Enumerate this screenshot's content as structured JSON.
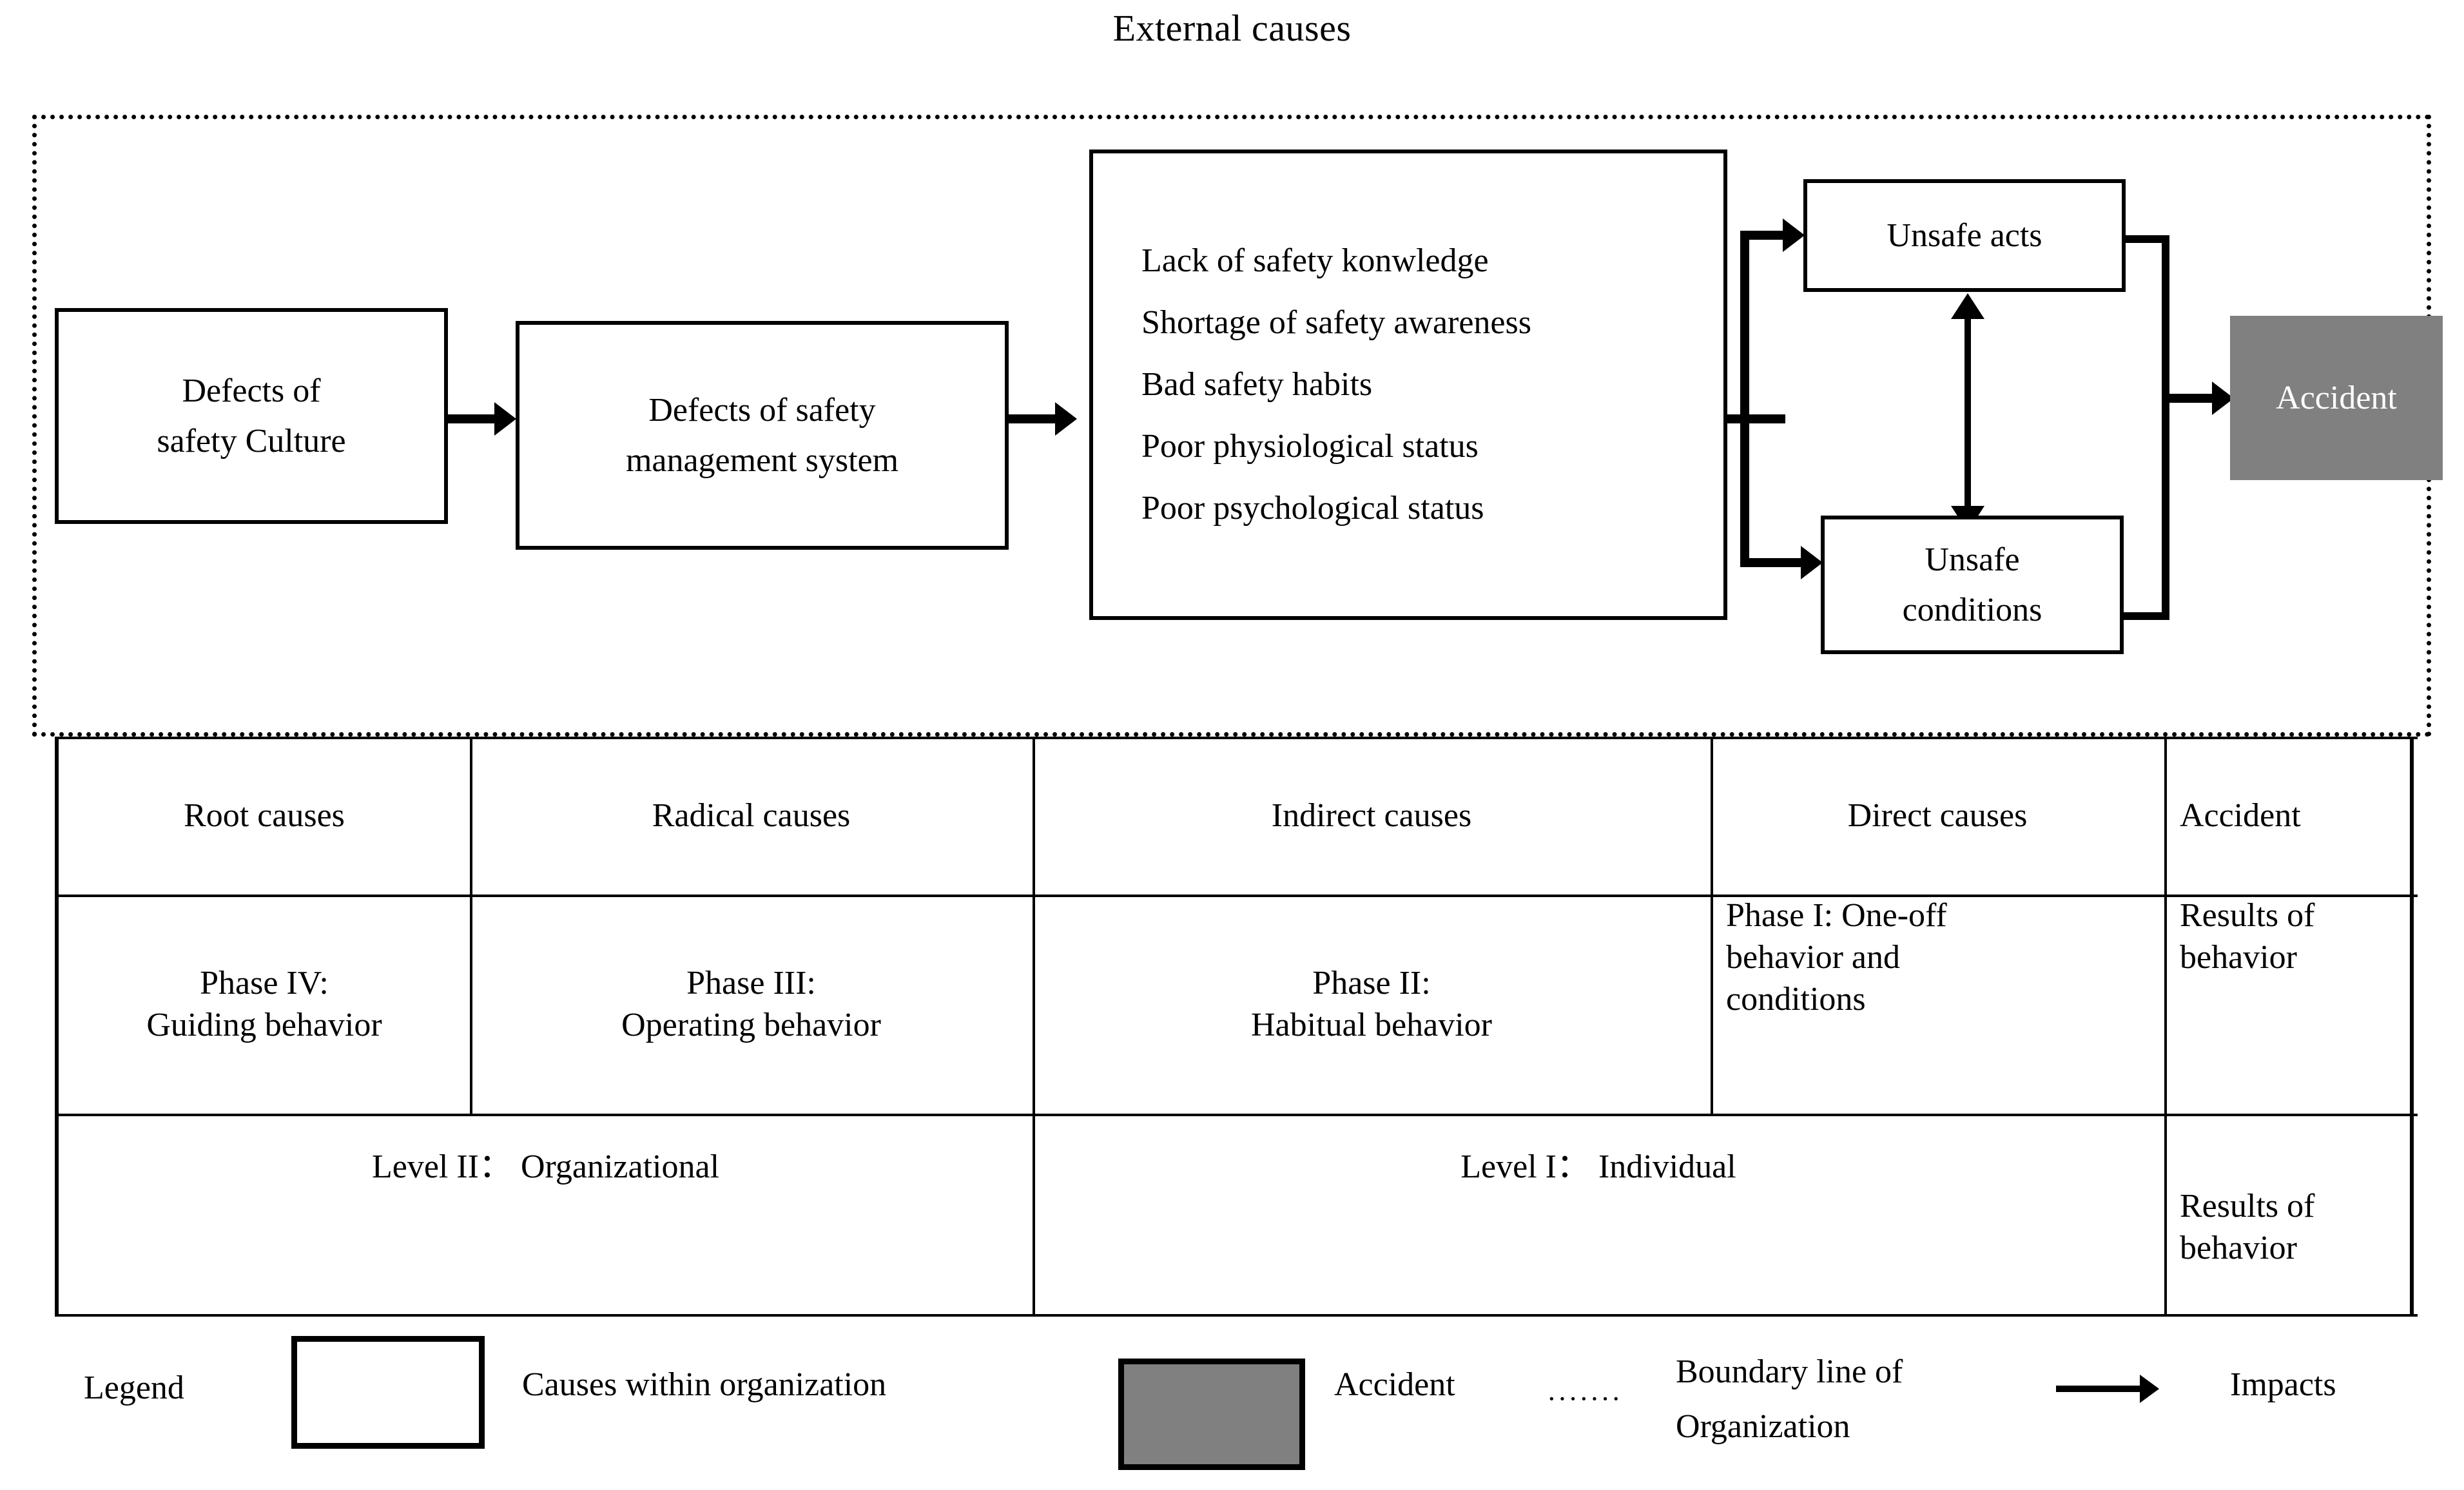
{
  "title": "External causes",
  "flow": {
    "root_box": "Defects of\nsafety Culture",
    "root_box_line1": "Defects of",
    "root_box_line2": "safety Culture",
    "radical_box_line1": "Defects of safety",
    "radical_box_line2": "management system",
    "indirect_items": [
      "Lack of safety konwledge",
      "Shortage of safety awareness",
      "Bad safety habits",
      "Poor physiological status",
      "Poor psychological status"
    ],
    "unsafe_acts": "Unsafe acts",
    "unsafe_conditions_line1": "Unsafe",
    "unsafe_conditions_line2": "conditions",
    "accident": "Accident"
  },
  "table": {
    "row_causes": [
      "Root causes",
      "Radical causes",
      "Indirect causes",
      "Direct causes",
      "Accident"
    ],
    "row_phase": [
      "Phase IV:\nGuiding behavior",
      "Phase III:\nOperating behavior",
      "Phase II:\nHabitual behavior",
      "Phase I: One-off behavior and conditions",
      "Results of\nbehavior"
    ],
    "row_phase_lines": [
      [
        "Phase IV:",
        "Guiding behavior"
      ],
      [
        "Phase III:",
        "Operating behavior"
      ],
      [
        "Phase II:",
        "Habitual behavior"
      ],
      [
        "Phase I: One-off",
        "behavior and",
        "conditions"
      ],
      [
        "Results of",
        "behavior"
      ]
    ],
    "row_level": [
      "Level II： Organizational",
      "Level I： Individual",
      "Results of\nbehavior"
    ],
    "row_level_lines": [
      [
        "Level II： Organizational"
      ],
      [
        "Level I： Individual"
      ],
      [
        "Results of",
        "behavior"
      ]
    ]
  },
  "legend": {
    "label": "Legend",
    "white_box_text": "Causes within organization",
    "gray_box_text": "Accident",
    "dotted_symbol": "·······",
    "dotted_text_line1": "Boundary  line  of",
    "dotted_text_line2": "Organization",
    "arrow_text": "Impacts"
  },
  "colors": {
    "accident_fill": "#808080",
    "accident_text": "#ffffff",
    "stroke": "#000000",
    "background": "#ffffff"
  }
}
